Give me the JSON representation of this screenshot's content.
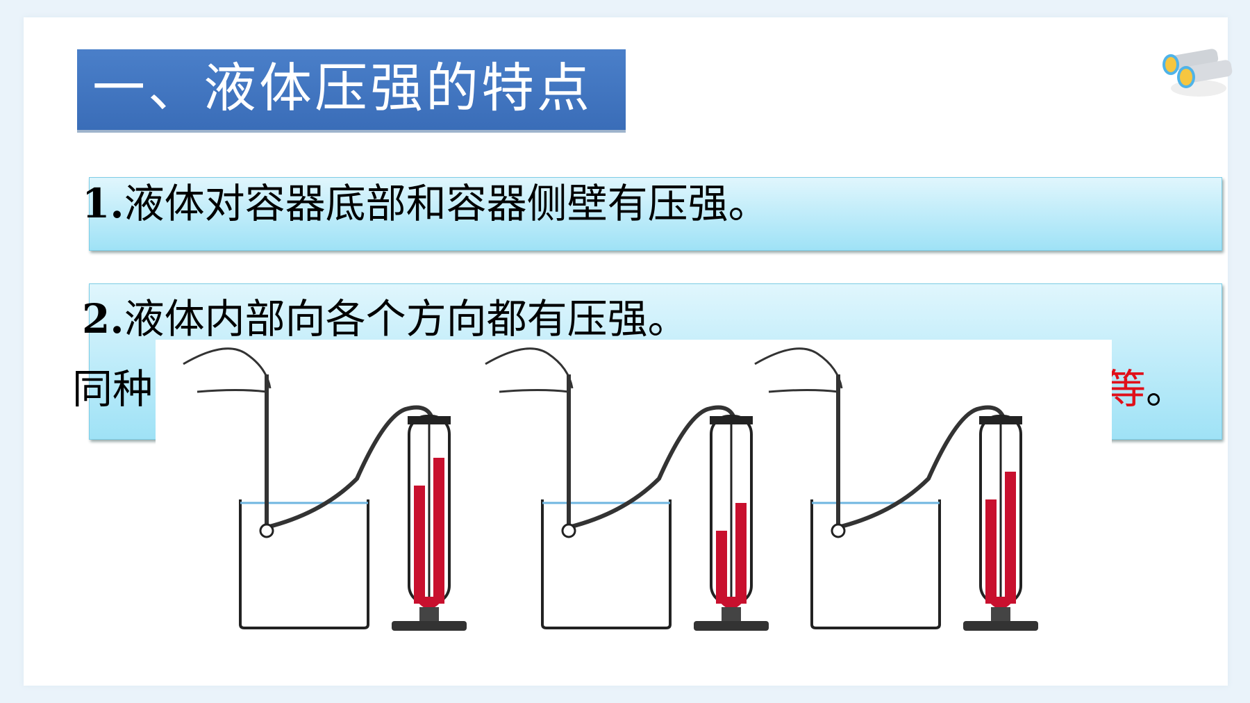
{
  "title": "一、液体压强的特点",
  "point1": {
    "number": "1.",
    "text": "液体对容器底部和容器侧壁有压强。"
  },
  "point2": {
    "number": "2.",
    "text": "液体内部向各个方向都有压强。"
  },
  "point2_partial": {
    "left_text": "同种",
    "right_red": "等",
    "right_punct": "。"
  },
  "colors": {
    "title_bg": "#3e72bd",
    "box_bg": "#bdebf9",
    "liquid": "#c8102e",
    "water": "#6fb6e0"
  }
}
